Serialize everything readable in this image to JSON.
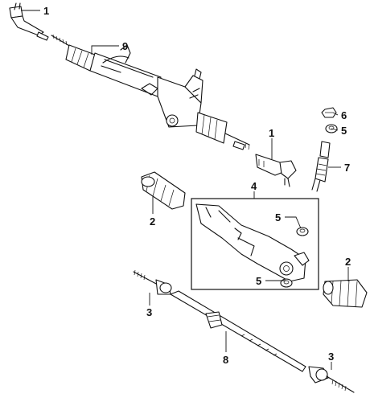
{
  "diagram": {
    "callouts": [
      "1",
      "9",
      "6",
      "5",
      "1",
      "7",
      "4",
      "2",
      "5",
      "2",
      "5",
      "3",
      "8",
      "3"
    ]
  }
}
